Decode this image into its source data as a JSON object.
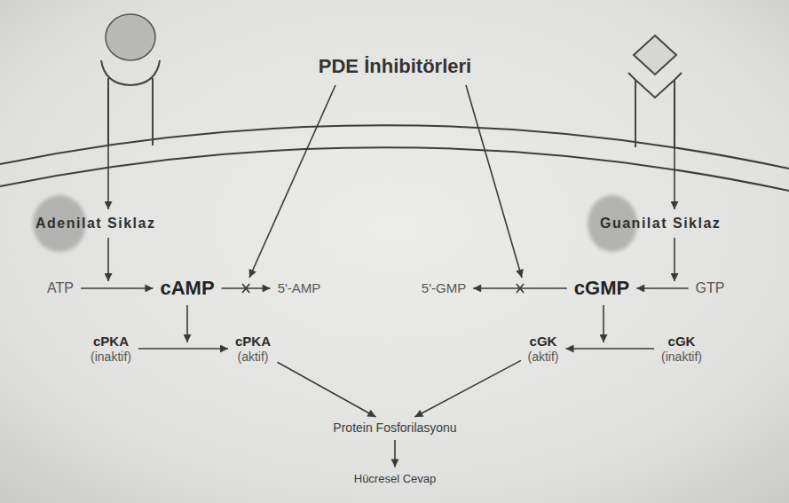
{
  "diagram": {
    "nodes": [
      {
        "text": [
          "PDE İnhibitörleri"
        ]
      },
      {
        "text": [
          "Adenilat Siklaz"
        ]
      },
      {
        "text": [
          "Guanilat Siklaz"
        ]
      },
      {
        "text": [
          "ATP"
        ]
      },
      {
        "text": [
          "cAMP"
        ]
      },
      {
        "text": [
          "5'-AMP"
        ]
      },
      {
        "text": [
          "5'-GMP"
        ]
      },
      {
        "text": [
          "cGMP"
        ]
      },
      {
        "text": [
          "GTP"
        ]
      },
      {
        "text": [
          "cPKA",
          "(inaktif)"
        ]
      },
      {
        "text": [
          "cPKA",
          "(aktif)"
        ]
      },
      {
        "text": [
          "cGK",
          "(aktif)"
        ]
      },
      {
        "text": [
          "cGK",
          "(inaktif)"
        ]
      },
      {
        "text": [
          "Protein Fosforilasyonu"
        ]
      },
      {
        "text": [
          "Hücresel Cevap"
        ]
      }
    ],
    "edges": [
      {
        "from": 3,
        "to": 4,
        "arrow": "to"
      },
      {
        "from": 4,
        "to": 5,
        "arrow": "to"
      },
      {
        "from": 7,
        "to": 6,
        "arrow": "to"
      },
      {
        "from": 8,
        "to": 7,
        "arrow": "to"
      },
      {
        "from": 9,
        "to": 10,
        "arrow": "to"
      },
      {
        "from": 12,
        "to": 11,
        "arrow": "to"
      },
      {
        "from": 10,
        "to": 13,
        "arrow": "to"
      },
      {
        "from": 11,
        "to": 13,
        "arrow": "to"
      },
      {
        "from": 13,
        "to": 14,
        "arrow": "to"
      }
    ]
  }
}
